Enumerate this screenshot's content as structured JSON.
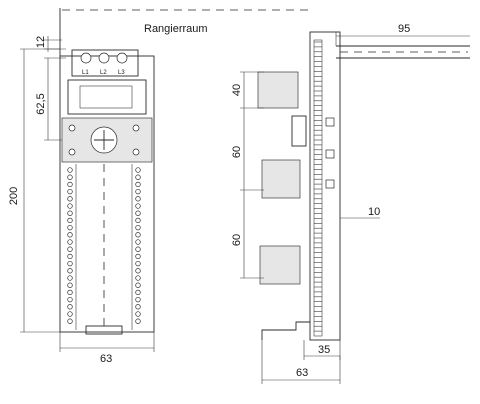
{
  "labels": {
    "wiring_space": "Rangierraum",
    "phase_1": "L1",
    "phase_2": "L2",
    "phase_3": "L3"
  },
  "dimensions": {
    "top_gap": "12",
    "height_62_5": "62,5",
    "total_height": "200",
    "front_width": "63",
    "cable_length": "95",
    "section_top": "40",
    "section_mid": "60",
    "section_low": "60",
    "offset_10": "10",
    "depth_35": "35",
    "side_width": "63"
  }
}
